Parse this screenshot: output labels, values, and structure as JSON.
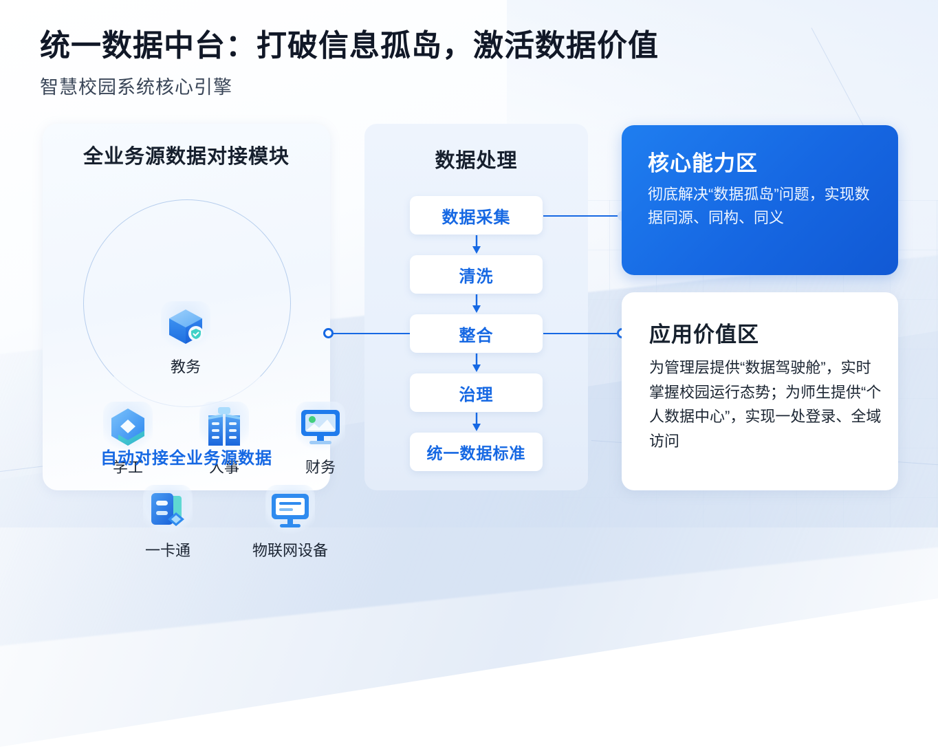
{
  "header": {
    "title": "统一数据中台：打破信息孤岛，激活数据价值",
    "subtitle": "智慧校园系统核心引擎"
  },
  "colors": {
    "accent": "#1668e3",
    "card_blue": "#1667e2",
    "text_dark": "#16202d",
    "panel_bg": "#eef4fd"
  },
  "left_panel": {
    "title": "全业务源数据对接模块",
    "footer": "自动对接全业务源数据",
    "nodes": [
      {
        "label": "教务",
        "icon": "cube-shield-icon"
      },
      {
        "label": "学工",
        "icon": "hexagon-icon"
      },
      {
        "label": "人事",
        "icon": "building-icon"
      },
      {
        "label": "财务",
        "icon": "monitor-chart-icon"
      },
      {
        "label": "一卡通",
        "icon": "card-diamond-icon"
      },
      {
        "label": "物联网设备",
        "icon": "monitor-lines-icon"
      }
    ]
  },
  "middle_panel": {
    "title": "数据处理",
    "steps": [
      {
        "label": "数据采集"
      },
      {
        "label": "清洗"
      },
      {
        "label": "整合"
      },
      {
        "label": "治理"
      },
      {
        "label": "统一数据标准"
      }
    ],
    "arrow_icon": "arrow-down-icon"
  },
  "right_cards": [
    {
      "title": "核心能力区",
      "body": "彻底解决“数据孤岛”问题，实现数据同源、同构、同义"
    },
    {
      "title": "应用价值区",
      "body": "为管理层提供“数据驾驶舱”，实时掌握校园运行态势；为师生提供“个人数据中心”，实现一处登录、全域访问"
    }
  ]
}
